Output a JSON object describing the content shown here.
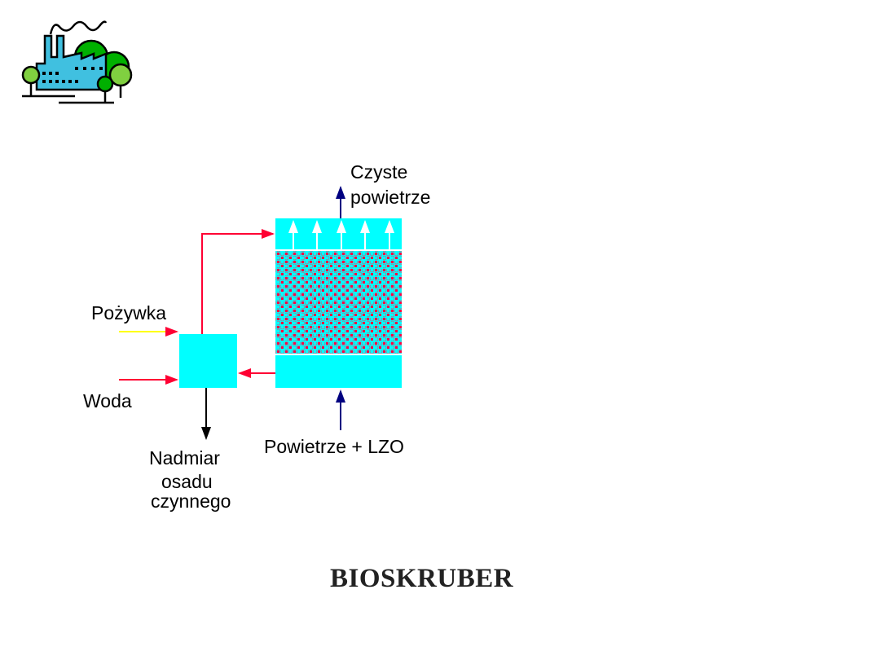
{
  "diagram": {
    "title": "BIOSKRUBER",
    "labels": {
      "clean_air_line1": "Czyste",
      "clean_air_line2": "powietrze",
      "nutrient": "Pożywka",
      "water": "Woda",
      "excess_line1": "Nadmiar",
      "excess_line2": "osadu",
      "excess_line3": "czynnego",
      "inlet": "Powietrze + LZO"
    },
    "logo": "factory-with-trees-icon"
  },
  "colors": {
    "vessel": "#00ffff",
    "packing_red": "#ff0040",
    "recycle_line": "#ff0033",
    "nutrient_line": "#ffff00",
    "air_line": "#000080"
  }
}
